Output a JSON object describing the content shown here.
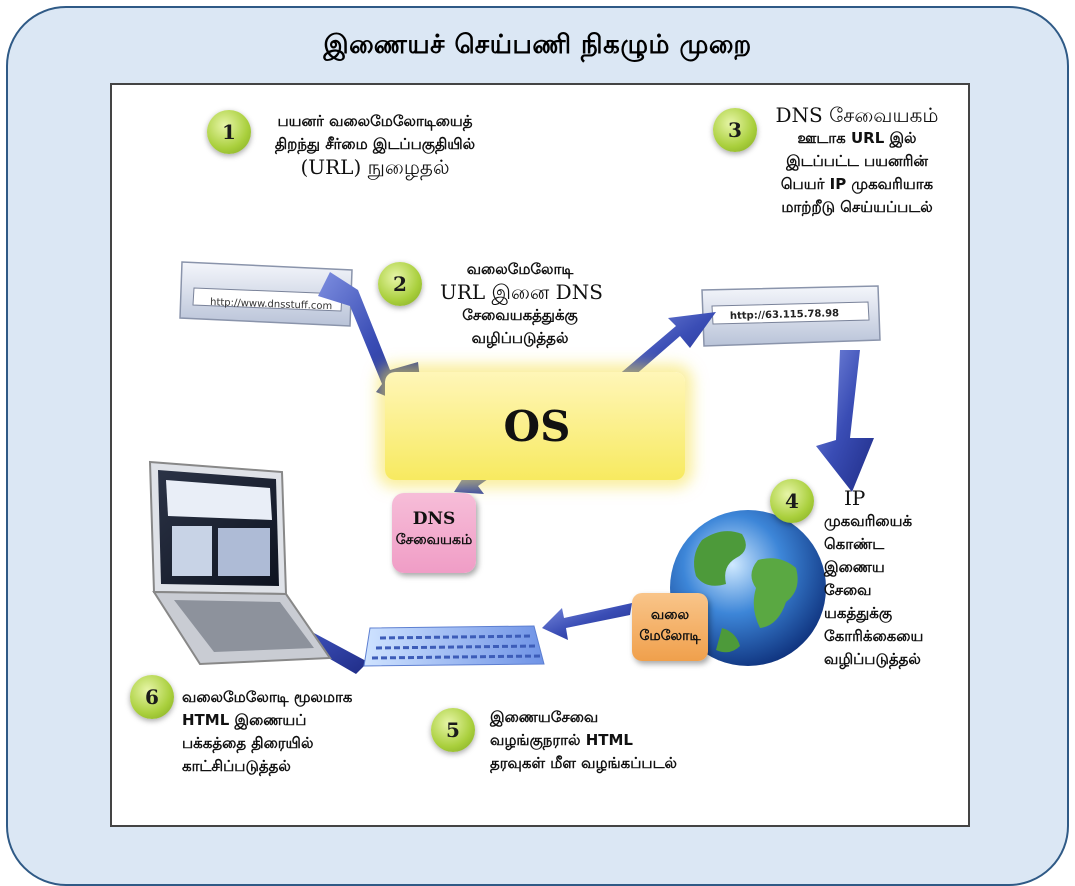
{
  "title": "இணையச் செய்பணி நிகழும் முறை",
  "os_label": "OS",
  "steps": [
    {
      "number": "1",
      "lines": [
        "பயனர் வலைமேலோடியைத்",
        "திறந்து சீர்மை இடப்பகுதியில்",
        "(URL) நுழைதல்"
      ]
    },
    {
      "number": "2",
      "lines": [
        "வலைமேலோடி",
        "URL இனை DNS",
        "சேவையகத்துக்கு",
        "வழிப்படுத்தல்"
      ]
    },
    {
      "number": "3",
      "lines": [
        "DNS சேவையகம்",
        "ஊடாக URL இல்",
        "இடப்பட்ட பயனரின்",
        "பெயர் IP முகவரியாக",
        "மாற்றீடு செய்யப்படல்"
      ]
    },
    {
      "number": "4",
      "lines": [
        "IP",
        "முகவரியைக்",
        "கொண்ட",
        "இணைய",
        "சேவை",
        "யகத்துக்கு",
        "கோரிக்கையை",
        "வழிப்படுத்தல்"
      ]
    },
    {
      "number": "5",
      "lines": [
        "இணையசேவை",
        "வழங்குநரால் HTML",
        "தரவுகள் மீள வழங்கப்படல்"
      ]
    },
    {
      "number": "6",
      "lines": [
        "வலைமேலோடி மூலமாக",
        "HTML இணையப்",
        "பக்கத்தை திரையில்",
        "காட்சிப்படுத்தல்"
      ]
    }
  ],
  "dns_server": {
    "line1": "DNS",
    "line2": "சேவையகம்"
  },
  "web_browser": {
    "line1": "வலை",
    "line2": "மேலோடி"
  },
  "address_bar_1": "http://www.dnsstuff.com",
  "address_bar_2": "http://63.115.78.98",
  "colors": {
    "frame_background": "#dbe7f4",
    "frame_border": "#2f5a86",
    "arrow": "#2f3f9f",
    "step_badge": "#a9cf3c",
    "os_box": "#f7ea60",
    "dns_box": "#f09dc6",
    "browser_box": "#f0a04c"
  }
}
